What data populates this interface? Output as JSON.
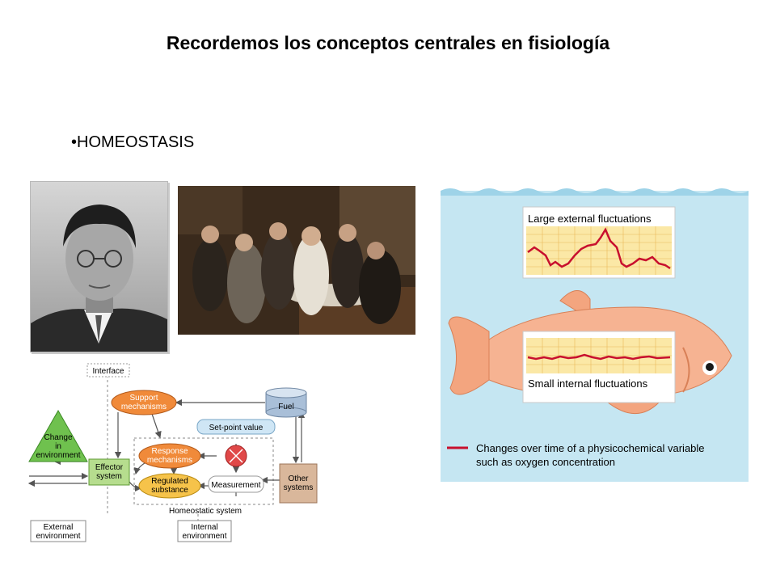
{
  "slide": {
    "title": "Recordemos los conceptos centrales en fisiología",
    "bullet": "•HOMEOSTASIS"
  },
  "homeostasis_diagram": {
    "interface": "Interface",
    "support_l1": "Support",
    "support_l2": "mechanisms",
    "fuel": "Fuel",
    "set_point": "Set-point value",
    "change_l1": "Change",
    "change_l2": "in",
    "change_l3": "environment",
    "response_l1": "Response",
    "response_l2": "mechanisms",
    "effector_l1": "Effector",
    "effector_l2": "system",
    "regulated_l1": "Regulated",
    "regulated_l2": "substance",
    "measurement": "Measurement",
    "other_l1": "Other",
    "other_l2": "systems",
    "homeostatic_system": "Homeostatic system",
    "external_l1": "External",
    "external_l2": "environment",
    "internal_l1": "Internal",
    "internal_l2": "environment"
  },
  "fish_panel": {
    "large_fluct": "Large external fluctuations",
    "small_fluct": "Small internal fluctuations",
    "legend_l1": "Changes over time of a physicochemical variable",
    "legend_l2": "such as oxygen concentration",
    "colors": {
      "water": "#c5e6f2",
      "fish": "#f6b392",
      "line": "#c8102e",
      "graph_bg": "#fbe8a6"
    }
  }
}
